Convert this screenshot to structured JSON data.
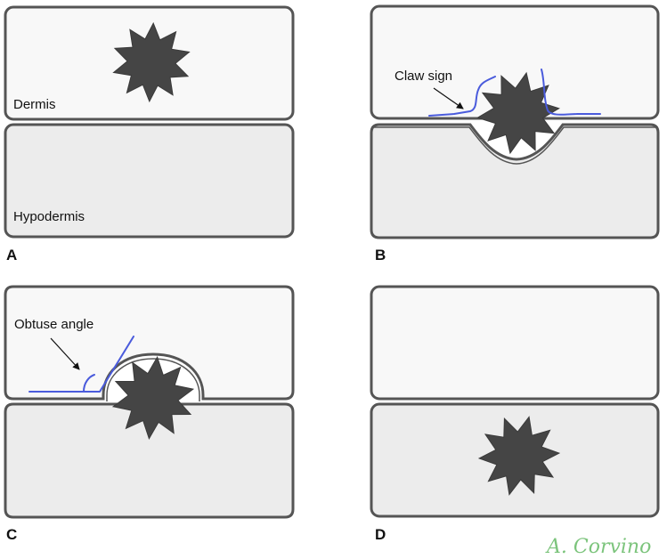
{
  "labels": {
    "dermis": "Dermis",
    "hypodermis": "Hypodermis"
  },
  "panels": {
    "a": {
      "letter": "A"
    },
    "b": {
      "letter": "B",
      "annotation": "Claw sign"
    },
    "c": {
      "letter": "C",
      "annotation": "Obtuse angle"
    },
    "d": {
      "letter": "D"
    }
  },
  "signature": "A. Corvino",
  "colors": {
    "tumor": "#454545",
    "outline": "#555555",
    "dermis": "#f8f8f8",
    "hypodermis": "#ececec",
    "annotation_line": "#4a5bdc",
    "signature": "#7cc47c"
  }
}
